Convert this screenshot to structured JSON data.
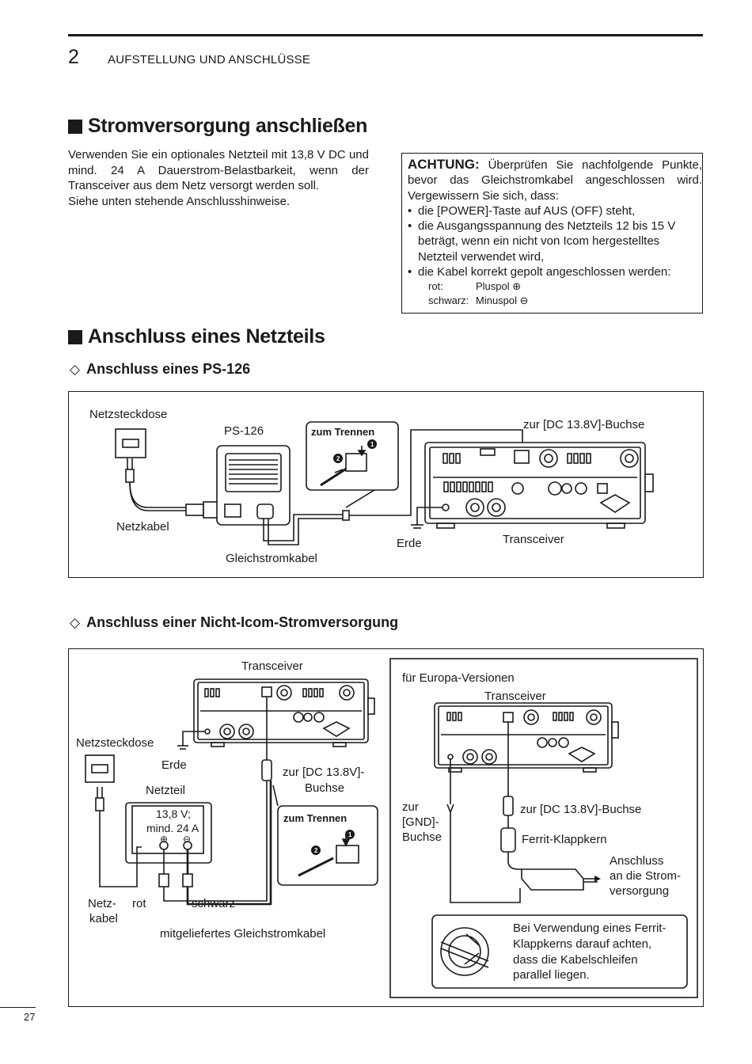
{
  "header": {
    "chapter_number": "2",
    "chapter_title": "AUFSTELLUNG UND ANSCHLÜSSE"
  },
  "section1": {
    "title": "Stromversorgung anschließen",
    "intro": [
      "Verwenden Sie ein optionales Netzteil mit 13,8 V DC und mind. 24 A Dauerstrom-Belastbarkeit, wenn der Transceiver aus dem Netz versorgt werden soll.",
      "Siehe unten stehende Anschlusshinweise."
    ]
  },
  "caution": {
    "keyword": "ACHTUNG:",
    "lead": "Überprüfen Sie nachfolgende Punkte, bevor das Gleichstromkabel angeschlossen wird. Vergewissern Sie sich, dass:",
    "items": [
      "die [POWER]-Taste auf AUS (OFF) steht,",
      "die Ausgangsspannung des Netzteils 12 bis 15 V beträgt, wenn ein nicht von Icom hergestelltes Netzteil verwendet wird,",
      "die Kabel korrekt gepolt angeschlossen werden:"
    ],
    "polarity": [
      {
        "key": "rot:",
        "value": "Pluspol ⊕"
      },
      {
        "key": "schwarz:",
        "value": "Minuspol ⊖"
      }
    ]
  },
  "section2": {
    "title": "Anschluss eines Netzteils",
    "sub1": "Anschluss eines PS-126",
    "sub2": "Anschluss einer Nicht-Icom-Stromversorgung"
  },
  "diagram1": {
    "netzsteckdose": "Netzsteckdose",
    "ps126": "PS-126",
    "zum_trennen": "zum Trennen",
    "dc_jack": "zur [DC 13.8V]-Buchse",
    "netzkabel": "Netzkabel",
    "gleichstromkabel": "Gleichstromkabel",
    "erde": "Erde",
    "transceiver": "Transceiver"
  },
  "diagram2": {
    "transceiver": "Transceiver",
    "netzsteckdose": "Netzsteckdose",
    "erde": "Erde",
    "netzteil": "Netzteil",
    "spec_line1": "13,8 V;",
    "spec_line2": "mind. 24 A",
    "dc_jack_line1": "zur [DC 13.8V]-",
    "dc_jack_line2": "Buchse",
    "zum_trennen": "zum Trennen",
    "netz": "Netz-",
    "kabel": "kabel",
    "rot": "rot",
    "schwarz": "schwarz",
    "cable": "mitgeliefertes Gleichstromkabel"
  },
  "diagram3": {
    "europa": "für Europa-Versionen",
    "transceiver": "Transceiver",
    "gnd_line1": "zur",
    "gnd_line2": "[GND]-",
    "gnd_line3": "Buchse",
    "dc_jack": "zur [DC 13.8V]-Buchse",
    "ferrit": "Ferrit-Klappkern",
    "anschluss_line1": "Anschluss",
    "anschluss_line2": "an die Strom-",
    "anschluss_line3": "versorgung",
    "note": [
      "Bei Verwendung eines Ferrit-",
      "Klappkerns darauf achten,",
      "dass die Kabelschleifen",
      "parallel liegen."
    ]
  },
  "footer": {
    "page_number": "27"
  }
}
